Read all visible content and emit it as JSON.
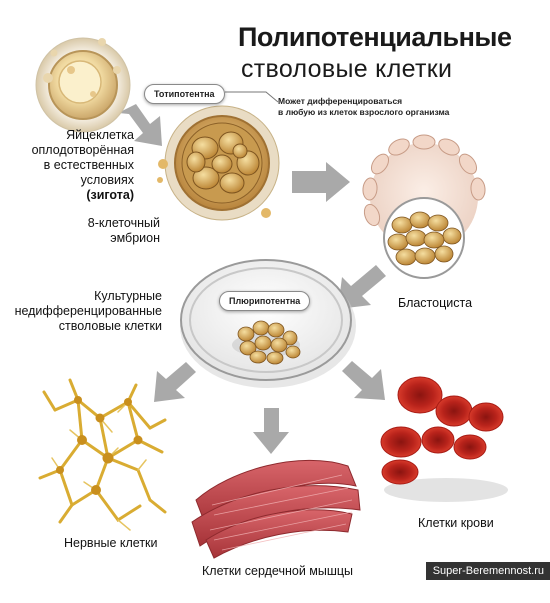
{
  "title": {
    "line1": "Полипотенциальные",
    "line2": "стволовые клетки"
  },
  "totipotent_label": "Тотипотентна",
  "totipotent_note": {
    "line1": "Может дифференцироваться",
    "line2": "в любую из клеток взрослого организма"
  },
  "pluripotent_label": "Плюрипотентна",
  "zygote_label": {
    "line1": "Яйцеклетка",
    "line2": "оплодотворённая",
    "line3": "в естественных",
    "line4": "условиях",
    "line5": "(зигота)"
  },
  "embryo_label": {
    "line1": "8-клеточный",
    "line2": "эмбрион"
  },
  "blastocyst_label": "Бластоциста",
  "culture_label": {
    "line1": "Культурные",
    "line2": "недифференцированные",
    "line3": "стволовые клетки"
  },
  "nerve_label": "Нервные клетки",
  "heart_label": "Клетки сердечной мышцы",
  "blood_label": "Клетки крови",
  "watermark": "Super-Beremennost.ru",
  "colors": {
    "arrow": "#a9a9a9",
    "cell_gold": "#d8a64a",
    "blastocyst_wall": "#ecc9bd",
    "nerve": "#d9ac32",
    "muscle": "#c0474c",
    "blood": "#d02a22"
  }
}
